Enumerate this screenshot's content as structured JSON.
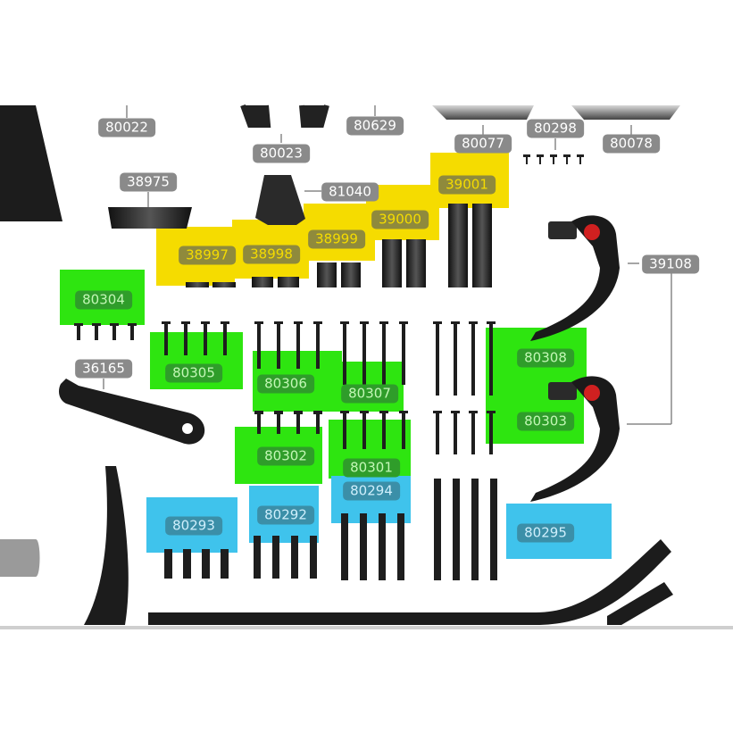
{
  "colors": {
    "highlight_yellow": "#f5dc00",
    "highlight_green": "#2ee510",
    "highlight_blue": "#3fc3ec",
    "label_gray": "#8a8a8a",
    "part_black": "#1a1a1a"
  },
  "parts": {
    "p80022": "80022",
    "p80023": "80023",
    "p80629": "80629",
    "p80077": "80077",
    "p80298": "80298",
    "p80078": "80078",
    "p38975": "38975",
    "p81040": "81040",
    "p39001": "39001",
    "p39000": "39000",
    "p38999": "38999",
    "p38998": "38998",
    "p38997": "38997",
    "p39108": "39108",
    "p80304": "80304",
    "p80305": "80305",
    "p80306": "80306",
    "p80307": "80307",
    "p80308": "80308",
    "p80303": "80303",
    "p36165": "36165",
    "p80302": "80302",
    "p80301": "80301",
    "p80294": "80294",
    "p80293": "80293",
    "p80292": "80292",
    "p80295": "80295"
  }
}
